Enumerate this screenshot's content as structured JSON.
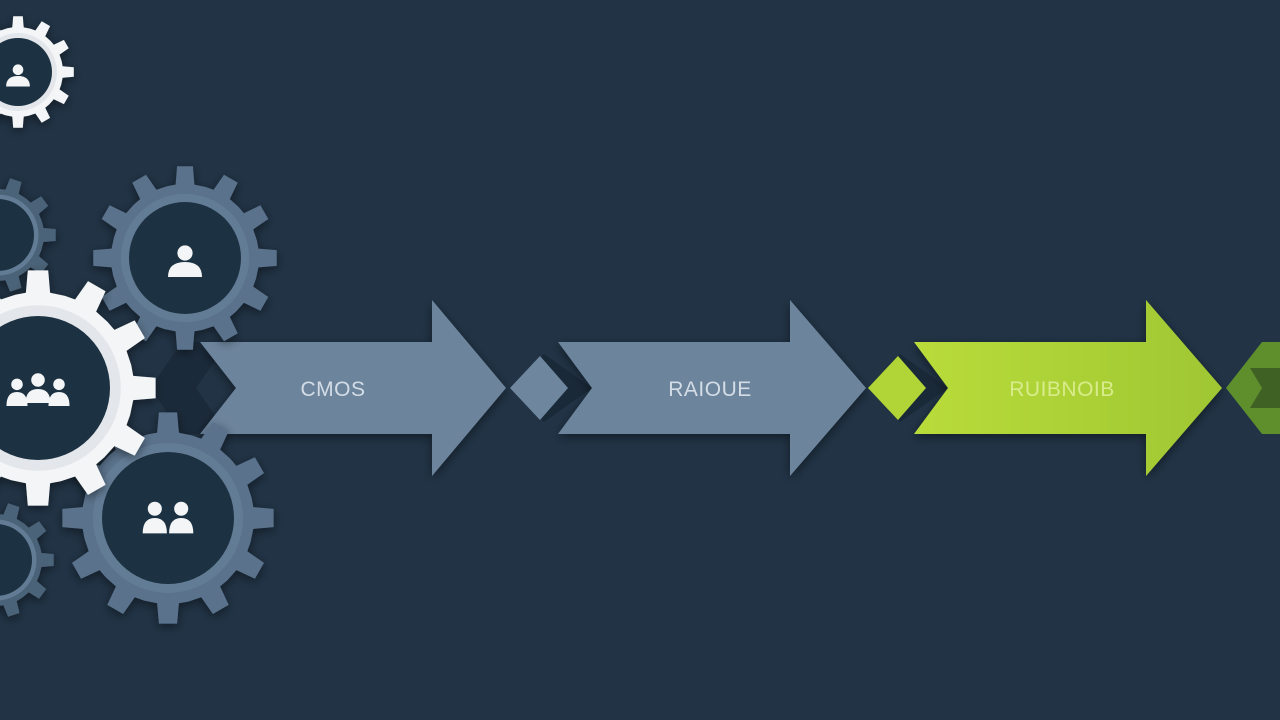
{
  "colors": {
    "background": "#213345",
    "gear_slate": "#5a728b",
    "gear_white": "#f3f5f7",
    "gear_hub": "#1f3042",
    "arrow_slate": "#6c849c",
    "arrow_green": "#a8cd35",
    "arrow_green_dark": "#5f8f2c",
    "label_on_slate": "#d4dde6",
    "label_on_green": "#d9ec8c"
  },
  "icons": {
    "gear_top": "user-icon",
    "gear_upper": "user-icon",
    "gear_center": "group-icon",
    "gear_lower": "pair-users-icon"
  },
  "steps": [
    {
      "label": "CMOS",
      "color": "#6c849c",
      "text_color": "#d4dde6"
    },
    {
      "label": "RAIOUE",
      "color": "#6c849c",
      "text_color": "#d4dde6"
    },
    {
      "label": "RUIBNOIB",
      "color": "#a8cd35",
      "text_color": "#d9ec8c"
    }
  ]
}
